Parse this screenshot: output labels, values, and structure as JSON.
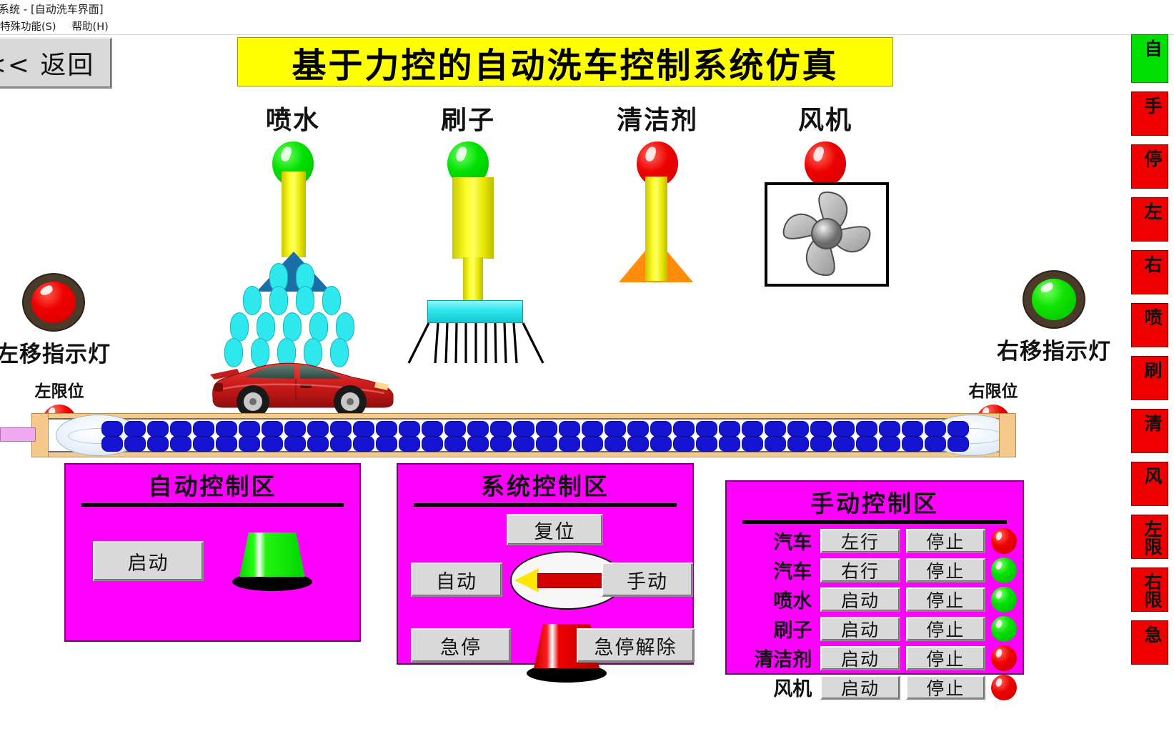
{
  "window": {
    "title": "系统 - [自动洗车界面]",
    "menus": [
      "特殊功能(S)",
      "帮助(H)"
    ]
  },
  "back_button": {
    "label": "<< 返回"
  },
  "banner": {
    "title": "基于力控的自动洗车控制系统仿真"
  },
  "devices": [
    {
      "name": "喷水",
      "lamp": "green",
      "icon": "water-sprayer-icon"
    },
    {
      "name": "刷子",
      "lamp": "green",
      "icon": "brush-icon"
    },
    {
      "name": "清洁剂",
      "lamp": "red",
      "icon": "detergent-nozzle-icon"
    },
    {
      "name": "风机",
      "lamp": "red",
      "icon": "fan-icon"
    }
  ],
  "indicators": {
    "left": {
      "label": "左移指示灯",
      "state": "red"
    },
    "right": {
      "label": "右移指示灯",
      "state": "green"
    }
  },
  "limits": {
    "left": {
      "label": "左限位"
    },
    "right": {
      "label": "右限位"
    }
  },
  "auto_panel": {
    "title": "自动控制区",
    "start_label": "启动",
    "lamp_color": "#00e000"
  },
  "system_panel": {
    "title": "系统控制区",
    "reset_label": "复位",
    "auto_label": "自动",
    "manual_label": "手动",
    "estop_label": "急停",
    "estop_release_label": "急停解除",
    "direction_arrow": "left"
  },
  "manual_panel": {
    "title": "手动控制区",
    "rows": [
      {
        "name": "汽车",
        "action": "左行",
        "stop": "停止",
        "lamp": "red"
      },
      {
        "name": "汽车",
        "action": "右行",
        "stop": "停止",
        "lamp": "green"
      },
      {
        "name": "喷水",
        "action": "启动",
        "stop": "停止",
        "lamp": "green"
      },
      {
        "name": "刷子",
        "action": "启动",
        "stop": "停止",
        "lamp": "green"
      },
      {
        "name": "清洁剂",
        "action": "启动",
        "stop": "停止",
        "lamp": "red"
      },
      {
        "name": "风机",
        "action": "启动",
        "stop": "停止",
        "lamp": "red"
      }
    ]
  },
  "status_strip": {
    "items": [
      {
        "text": "自",
        "color": "green"
      },
      {
        "text": "手",
        "color": "red"
      },
      {
        "text": "停",
        "color": "red"
      },
      {
        "text": "左",
        "color": "red"
      },
      {
        "text": "右",
        "color": "red"
      },
      {
        "text": "喷",
        "color": "red"
      },
      {
        "text": "刷",
        "color": "red"
      },
      {
        "text": "清",
        "color": "red"
      },
      {
        "text": "风",
        "color": "red"
      },
      {
        "text": "左限",
        "color": "red"
      },
      {
        "text": "右限",
        "color": "red"
      },
      {
        "text": "急",
        "color": "red"
      }
    ]
  },
  "colors": {
    "panel_bg": "#ff00ff",
    "banner_bg": "#ffff00",
    "belt": "#1414d2",
    "water": "#2ee8ee",
    "lamp_green": "#00e000",
    "lamp_red": "#f00000"
  }
}
